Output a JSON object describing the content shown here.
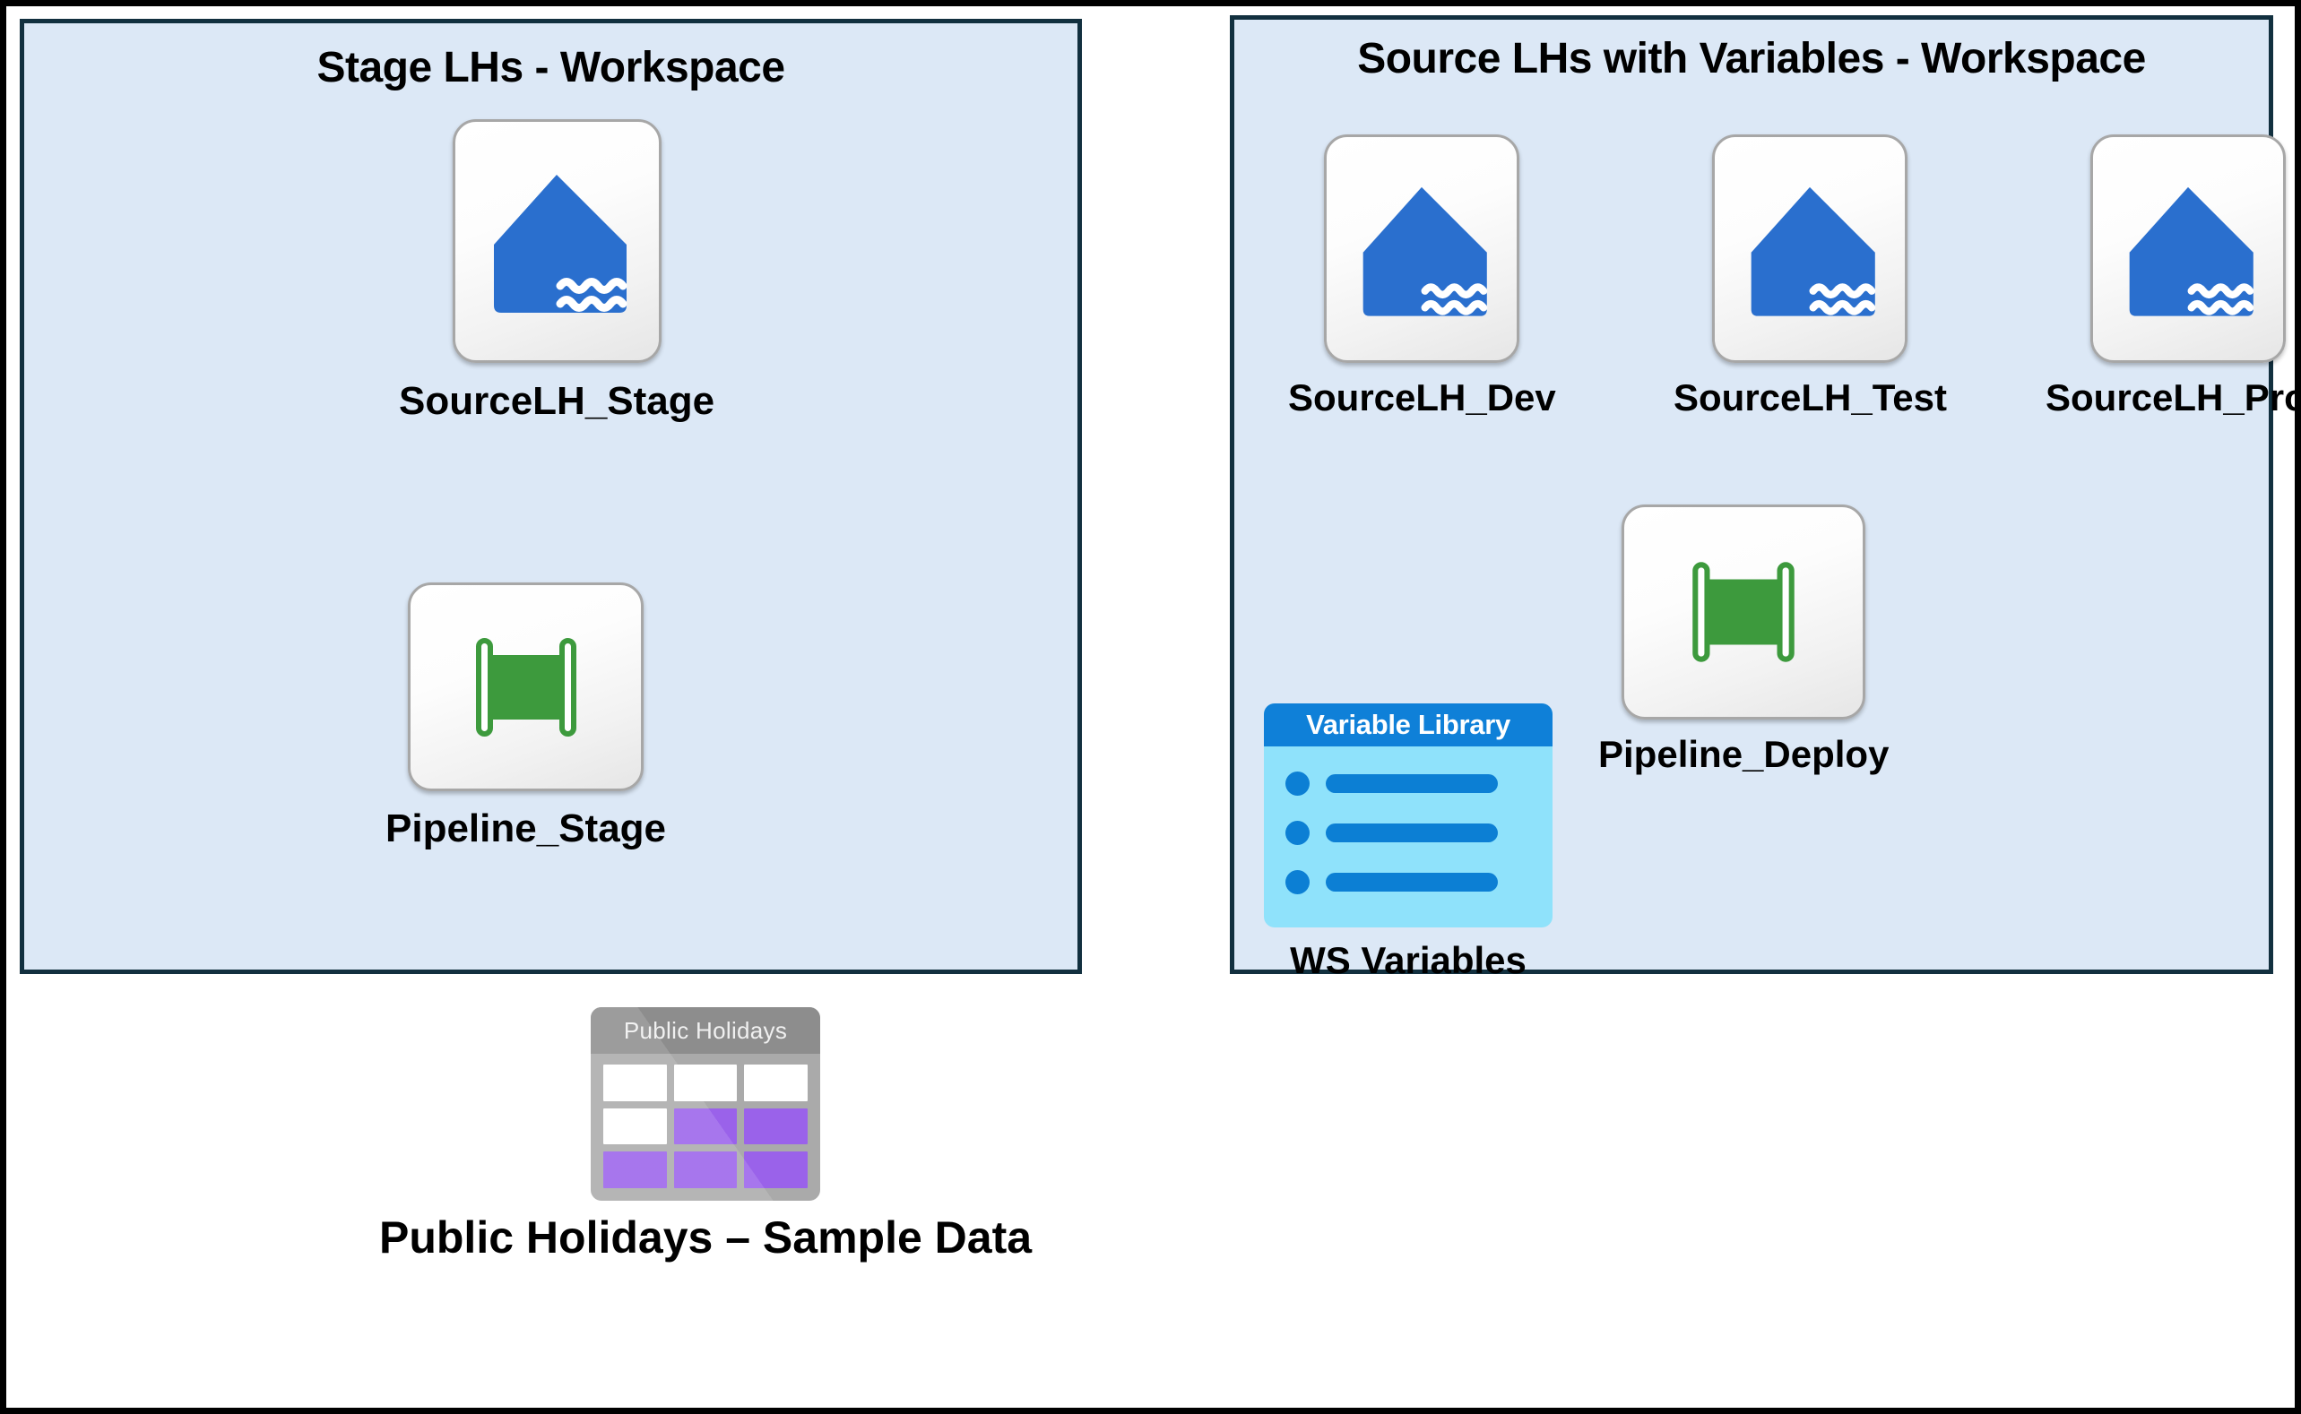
{
  "diagram": {
    "background_color": "#ffffff",
    "outer_border_color": "#000000",
    "panel_fill": "#dce8f6",
    "panel_border": "#12303f"
  },
  "panels": [
    {
      "id": "stage",
      "title": "Stage LHs - Workspace",
      "items": [
        {
          "label": "SourceLH_Stage",
          "icon": "lakehouse-icon"
        },
        {
          "label": "Pipeline_Stage",
          "icon": "pipeline-icon"
        }
      ]
    },
    {
      "id": "source",
      "title": "Source LHs with Variables - Workspace",
      "items": [
        {
          "label": "SourceLH_Dev",
          "icon": "lakehouse-icon"
        },
        {
          "label": "SourceLH_Test",
          "icon": "lakehouse-icon"
        },
        {
          "label": "SourceLH_Prod",
          "icon": "lakehouse-icon"
        },
        {
          "label": "Pipeline_Deploy",
          "icon": "pipeline-icon"
        },
        {
          "label": "WS Variables",
          "icon": "variable-library-icon",
          "card_title": "Variable Library"
        }
      ]
    }
  ],
  "loose_items": [
    {
      "label": "Public Holidays – Sample Data",
      "icon": "table-icon",
      "card_title": "Public Holidays"
    }
  ],
  "colors": {
    "lakehouse_blue": "#2a6fce",
    "pipeline_green": "#3d9a3d",
    "variable_library_header": "#0f80d8",
    "variable_library_body": "#8fe2fb",
    "table_header_gray": "#8d8d8d",
    "table_body_gray": "#aaaaaa",
    "table_cell_purple": "#9a62ea",
    "table_cell_white": "#ffffff",
    "tile_border": "#a7a7a7"
  }
}
